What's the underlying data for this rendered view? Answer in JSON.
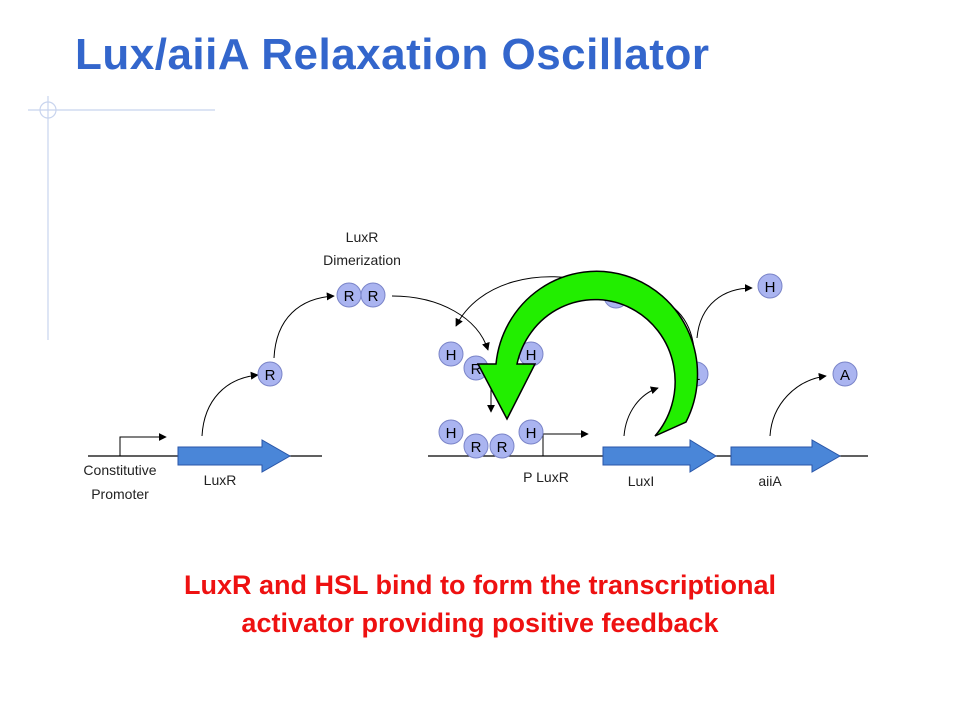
{
  "title": "Lux/aiiA Relaxation Oscillator",
  "caption": {
    "line1": "LuxR and HSL bind to form the transcriptional",
    "line2": "activator providing positive feedback"
  },
  "labels": {
    "constitutive_line1": "Constitutive",
    "constitutive_line2": "Promoter",
    "luxr_gene": "LuxR",
    "dimerization_line1": "LuxR",
    "dimerization_line2": "Dimerization",
    "p_luxr": "P LuxR",
    "luxi_gene": "LuxI",
    "aiia_gene": "aiiA"
  },
  "circles": {
    "r": "R",
    "h": "H",
    "l": "L",
    "a": "A"
  },
  "colors": {
    "title": "#3366cc",
    "caption": "#ee1111",
    "gene_arrow": "#4a86d8",
    "circle_fill": "#aab4f0",
    "feedback_arrow": "#22ee00"
  }
}
